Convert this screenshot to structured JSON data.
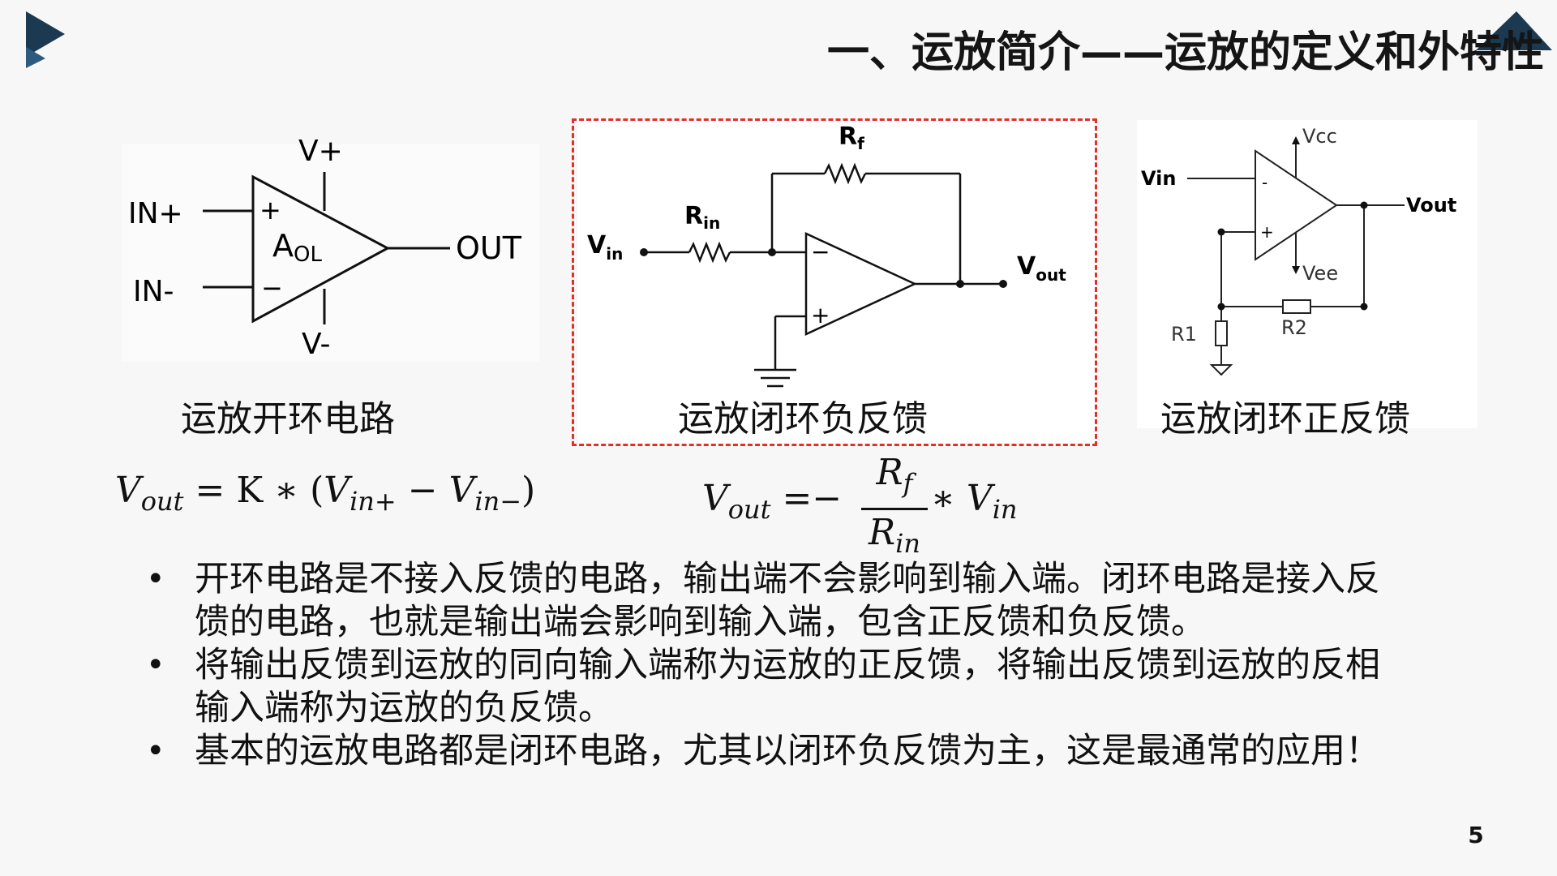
{
  "slide": {
    "title": "一、运放简介——运放的定义和外特性",
    "page_number": "5",
    "colors": {
      "accent_dark": "#1b3a52",
      "accent_blue": "#2e5a80",
      "dash_red": "#e0302a"
    }
  },
  "figures": {
    "open_loop": {
      "caption": "运放开环电路",
      "labels": {
        "v_plus": "V+",
        "v_minus": "V-",
        "in_plus": "IN+",
        "in_minus": "IN-",
        "gain": "A",
        "gain_sub": "OL",
        "out": "OUT",
        "plus_sign": "+",
        "minus_sign": "−"
      }
    },
    "closed_negative": {
      "caption": "运放闭环负反馈",
      "labels": {
        "rf": "R",
        "rf_sub": "f",
        "rin": "R",
        "rin_sub": "in",
        "vin": "V",
        "vin_sub": "in",
        "vout": "V",
        "vout_sub": "out",
        "minus_sign": "−",
        "plus_sign": "+"
      }
    },
    "closed_positive": {
      "caption": "运放闭环正反馈",
      "labels": {
        "vcc": "Vcc",
        "vee": "Vee",
        "vin": "Vin",
        "vout": "Vout",
        "r1": "R1",
        "r2": "R2",
        "minus_sign": "-",
        "plus_sign": "+"
      }
    }
  },
  "formulas": {
    "open_loop": {
      "lhs": "V",
      "lhs_sub": "out",
      "eq": " = K ∗ (",
      "v1": "V",
      "v1_sub": "in+",
      "op": " − ",
      "v2": "V",
      "v2_sub": "in−",
      "close": ")"
    },
    "closed_loop": {
      "lhs": "V",
      "lhs_sub": "out",
      "eq": " =−",
      "num": "R",
      "num_sub": "f",
      "den": "R",
      "den_sub": "in",
      "mult": "∗ ",
      "v": "V",
      "v_sub": "in"
    }
  },
  "bullets": [
    "开环电路是不接入反馈的电路，输出端不会影响到输入端。闭环电路是接入反馈的电路，也就是输出端会影响到输入端，包含正反馈和负反馈。",
    "将输出反馈到运放的同向输入端称为运放的正反馈，将输出反馈到运放的反相输入端称为运放的负反馈。",
    "基本的运放电路都是闭环电路，尤其以闭环负反馈为主，这是最通常的应用！"
  ],
  "bullet_marker": "•"
}
